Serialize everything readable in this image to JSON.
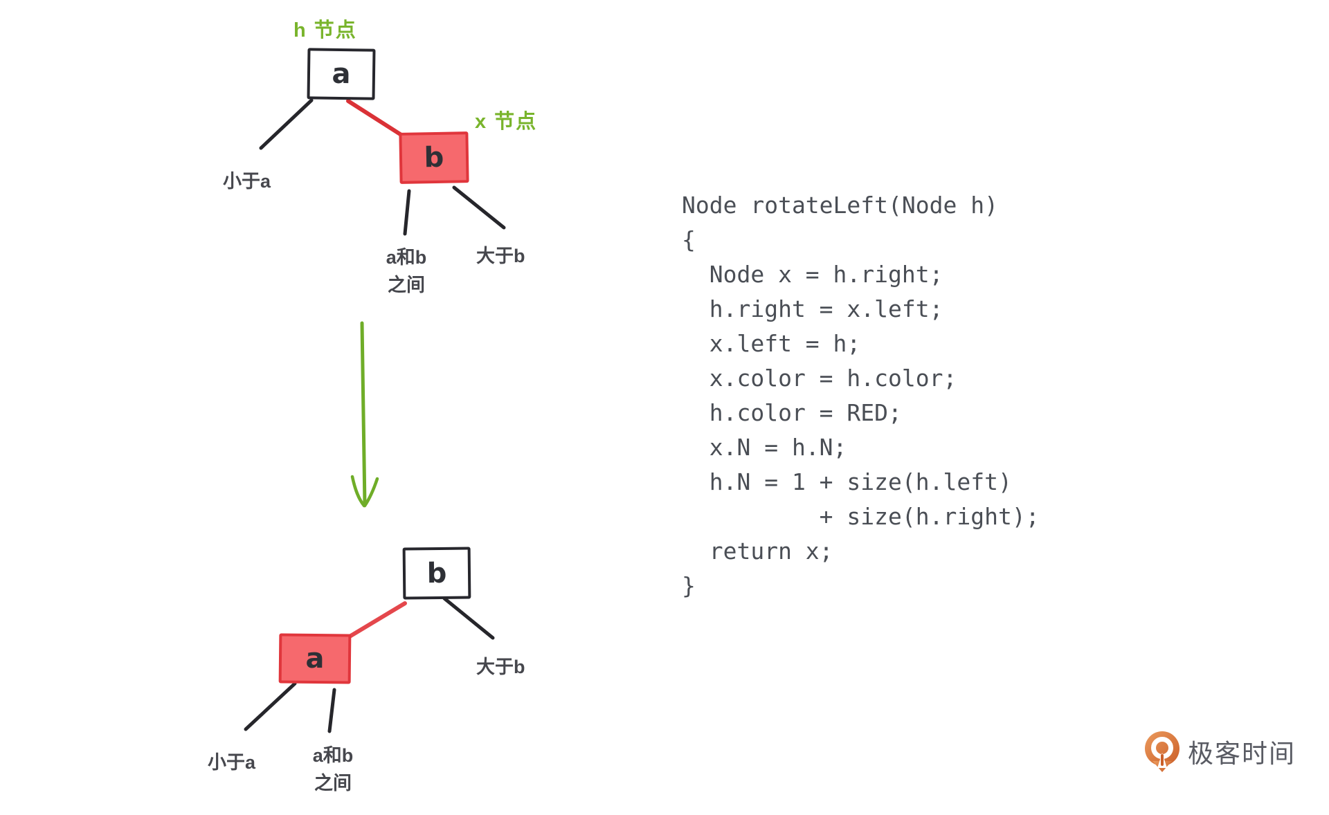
{
  "top_tree": {
    "h_pointer_label": "h 节点",
    "x_pointer_label": "x 节点",
    "node_a_label": "a",
    "node_b_label": "b",
    "left_subtree_label": "小于a",
    "middle_subtree_label_line1": "a和b",
    "middle_subtree_label_line2": "之间",
    "right_subtree_label": "大于b"
  },
  "bottom_tree": {
    "node_a_label": "a",
    "node_b_label": "b",
    "left_subtree_label": "小于a",
    "middle_subtree_label_line1": "a和b",
    "middle_subtree_label_line2": "之间",
    "right_subtree_label": "大于b"
  },
  "code_block": {
    "lines": [
      "Node rotateLeft(Node h)",
      "{",
      "  Node x = h.right;",
      "  h.right = x.left;",
      "  x.left = h;",
      "  x.color = h.color;",
      "  h.color = RED;",
      "  x.N = h.N;",
      "  h.N = 1 + size(h.left)",
      "          + size(h.right);",
      "  return x;",
      "}"
    ]
  },
  "branding": {
    "logo_text": "极客时间"
  },
  "colors": {
    "red_node_fill": "#f6696d",
    "red_node_border": "#e0363c",
    "red_edge": "#da3136",
    "green_label": "#79b42c",
    "green_arrow": "#6fad28",
    "black_edge": "#26262b",
    "code_text": "#4a4e55",
    "label_text": "#46474d",
    "logo_orange": "#d96e35"
  }
}
